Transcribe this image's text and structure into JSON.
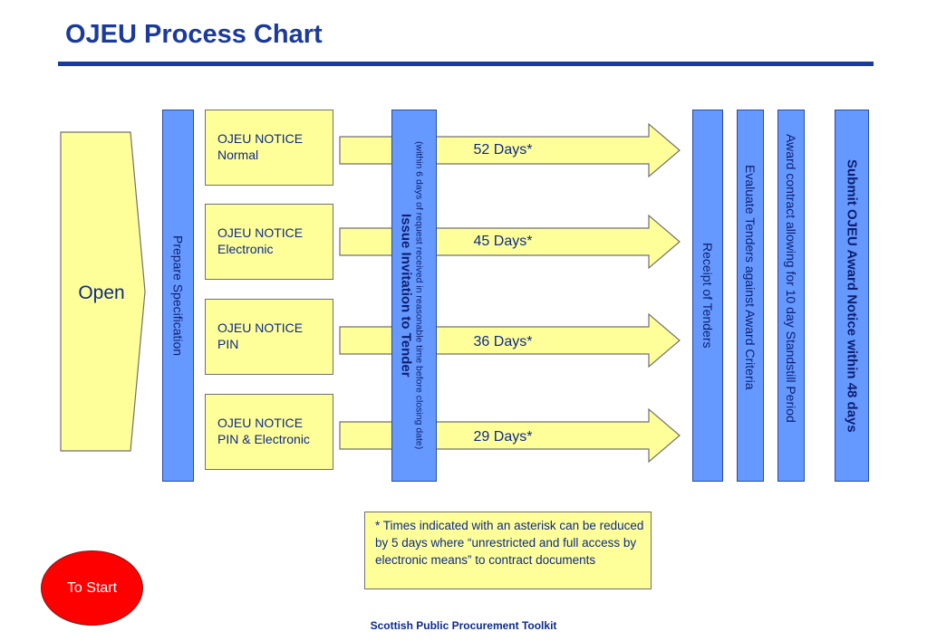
{
  "title": "OJEU Process Chart",
  "open_label": "Open",
  "bars": {
    "prepare": "Prepare Specification",
    "issue_title": "Issue Invitation to Tender",
    "issue_sub": "(within 6 days of request received in reasonable time before closing date)",
    "receipt": "Receipt of Tenders",
    "evaluate": "Evaluate Tenders against  Award Criteria",
    "award": "Award contract allowing for 10 day Standstill Period",
    "submit": "Submit OJEU Award Notice within 48 days"
  },
  "notices": [
    {
      "line1": "OJEU NOTICE",
      "line2": "Normal",
      "days": "52 Days*"
    },
    {
      "line1": "OJEU NOTICE",
      "line2": "Electronic",
      "days": "45 Days*"
    },
    {
      "line1": "OJEU NOTICE",
      "line2": "PIN",
      "days": "36 Days*"
    },
    {
      "line1": "OJEU NOTICE",
      "line2": "PIN & Electronic",
      "days": "29 Days*"
    }
  ],
  "footnote": "* Times indicated with an asterisk can be reduced by 5 days where “unrestricted and full access by electronic means” to contract documents",
  "to_start_label": "To Start",
  "footer": "Scottish Public Procurement  Toolkit",
  "colors": {
    "title": "#1a3a9c",
    "bar_fill": "#6699ff",
    "note_fill": "#ffff99",
    "to_start": "#ff0000"
  }
}
